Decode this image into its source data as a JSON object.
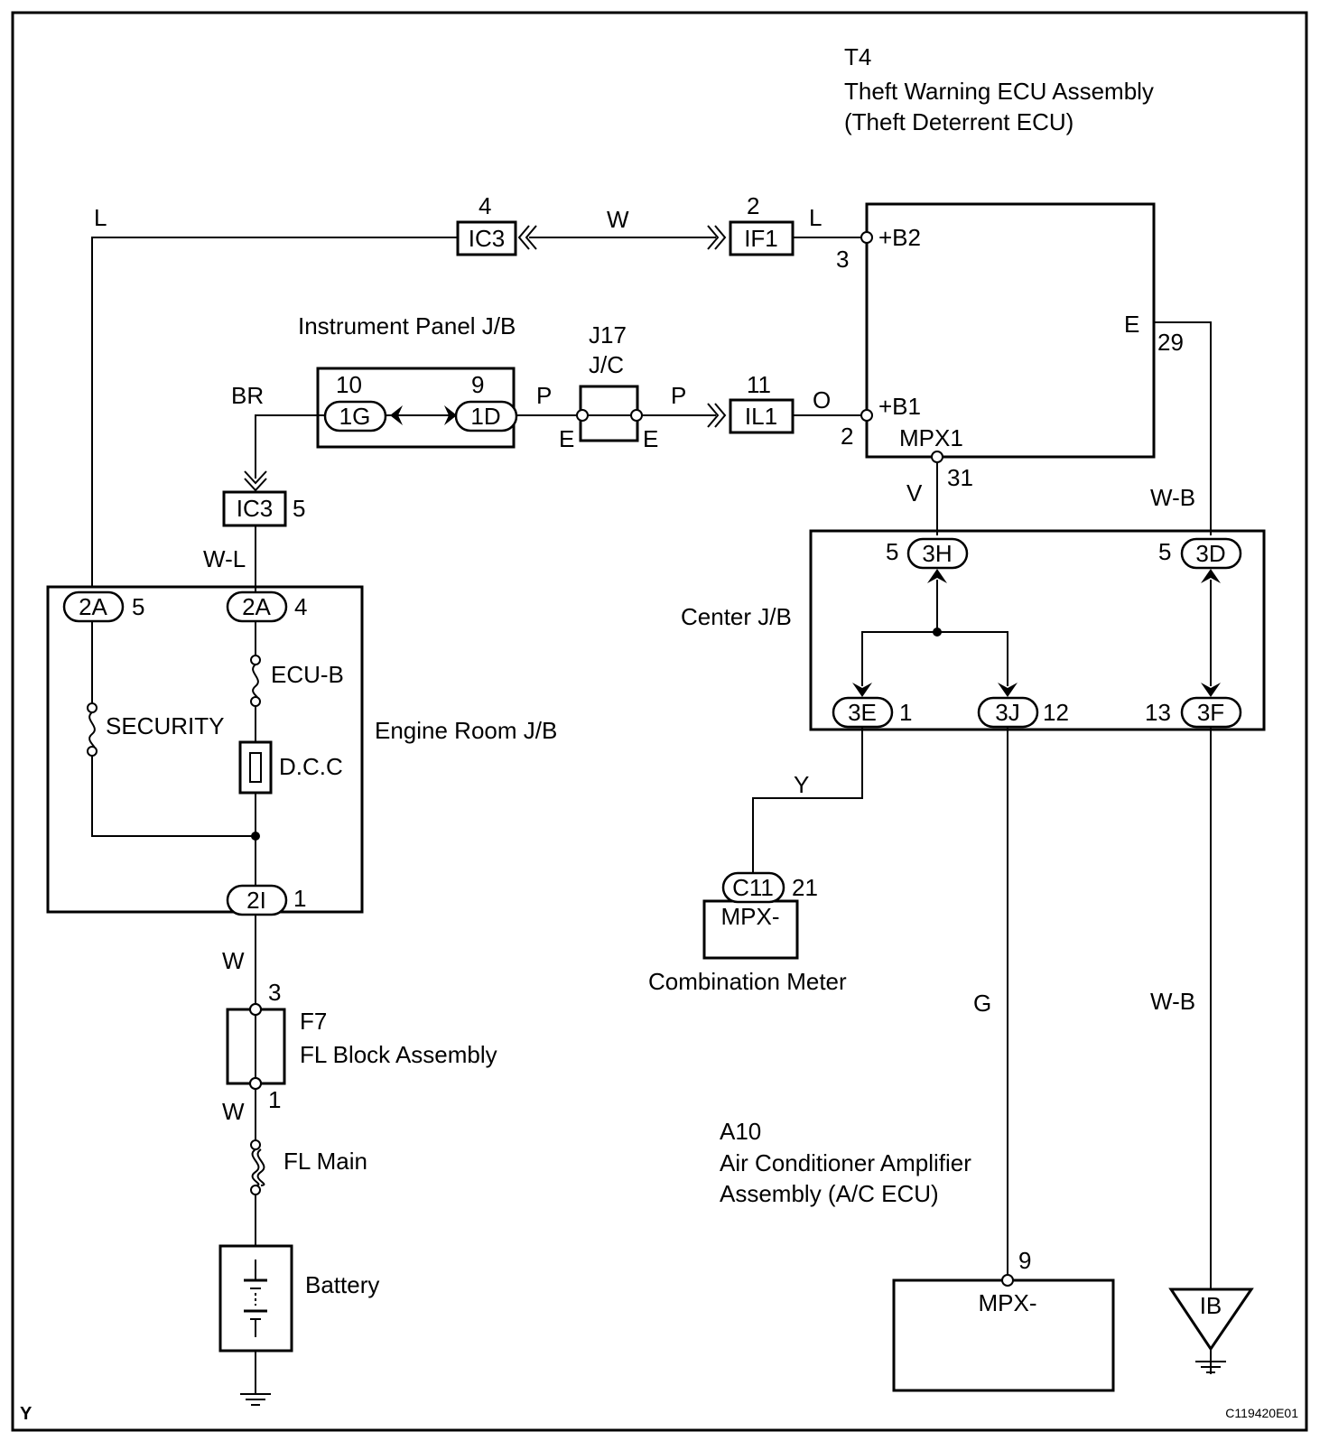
{
  "components": {
    "ecu_id": "T4",
    "ecu_name": "Theft Warning ECU Assembly",
    "ecu_alt": "(Theft Deterrent ECU)",
    "ecu_pin_b2": "+B2",
    "ecu_pin_b1": "+B1",
    "ecu_pin_e": "E",
    "ecu_pin_mpx1": "MPX1",
    "instrument_panel_jb": "Instrument Panel J/B",
    "j17_id": "J17",
    "j17_type": "J/C",
    "j17_pin_e": "E",
    "engine_room_jb": "Engine Room J/B",
    "center_jb": "Center J/B",
    "fuse_security": "SECURITY",
    "fuse_ecu_b": "ECU-B",
    "relay_dcc": "D.C.C",
    "f7_id": "F7",
    "f7_name": "FL Block Assembly",
    "fl_main": "FL Main",
    "battery": "Battery",
    "combination_meter": "Combination Meter",
    "combination_meter_pin": "MPX-",
    "a10_id": "A10",
    "a10_name_1": "Air Conditioner Amplifier",
    "a10_name_2": "Assembly (A/C ECU)",
    "a10_pin": "MPX-",
    "ground_ib": "IB"
  },
  "connectors": {
    "ic3_top": "IC3",
    "ic3_mid": "IC3",
    "if1": "IF1",
    "il1": "IL1",
    "c1g": "1G",
    "c1d": "1D",
    "c2a_left": "2A",
    "c2a_right": "2A",
    "c2i": "2I",
    "c3h": "3H",
    "c3d": "3D",
    "c3e": "3E",
    "c3j": "3J",
    "c3f": "3F",
    "c11": "C11"
  },
  "pins": {
    "p_ic3_top": "4",
    "p_if1": "2",
    "p_b2": "3",
    "p_e": "29",
    "p_1g": "10",
    "p_1d": "9",
    "p_il1": "11",
    "p_b1": "2",
    "p_mpx1": "31",
    "p_ic3_mid": "5",
    "p_2a_left": "5",
    "p_2a_right": "4",
    "p_2i": "1",
    "p_3h": "5",
    "p_3d": "5",
    "p_3e": "1",
    "p_3j": "12",
    "p_3f": "13",
    "p_c11": "21",
    "p_f7_top": "3",
    "p_f7_bot": "1",
    "p_a10": "9"
  },
  "wires": {
    "w_l_left": "L",
    "w_w_top": "W",
    "w_l_right": "L",
    "w_br": "BR",
    "w_p1": "P",
    "w_p2": "P",
    "w_o": "O",
    "w_v": "V",
    "w_wb_top": "W-B",
    "w_wl": "W-L",
    "w_y": "Y",
    "w_w1": "W",
    "w_w2": "W",
    "w_g": "G",
    "w_wb_bot": "W-B"
  },
  "footer": {
    "corner_letter": "Y",
    "drawing_code": "C119420E01"
  }
}
